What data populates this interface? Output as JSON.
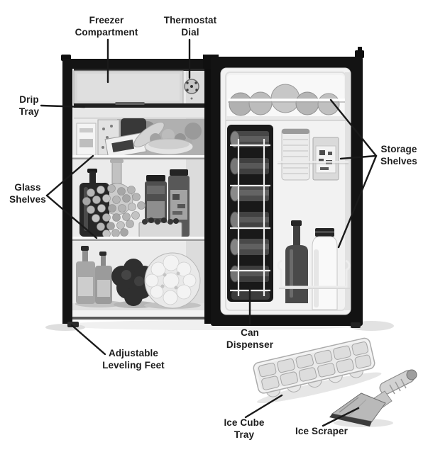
{
  "diagram": {
    "subject": "compact refrigerator parts diagram",
    "colors": {
      "ink": "#1a1a1a",
      "background": "#ffffff",
      "frame": "#141414",
      "interior": "#ebebeb"
    },
    "labels": {
      "freezer": "Freezer\nCompartment",
      "thermostat": "Thermostat\nDial",
      "drip_tray": "Drip\nTray",
      "glass_shelves": "Glass\nShelves",
      "leveling_feet": "Adjustable\nLeveling Feet",
      "can_dispenser": "Can\nDispenser",
      "storage_shelves": "Storage\nShelves",
      "ice_cube_tray": "Ice Cube\nTray",
      "ice_scraper": "Ice Scraper"
    }
  }
}
